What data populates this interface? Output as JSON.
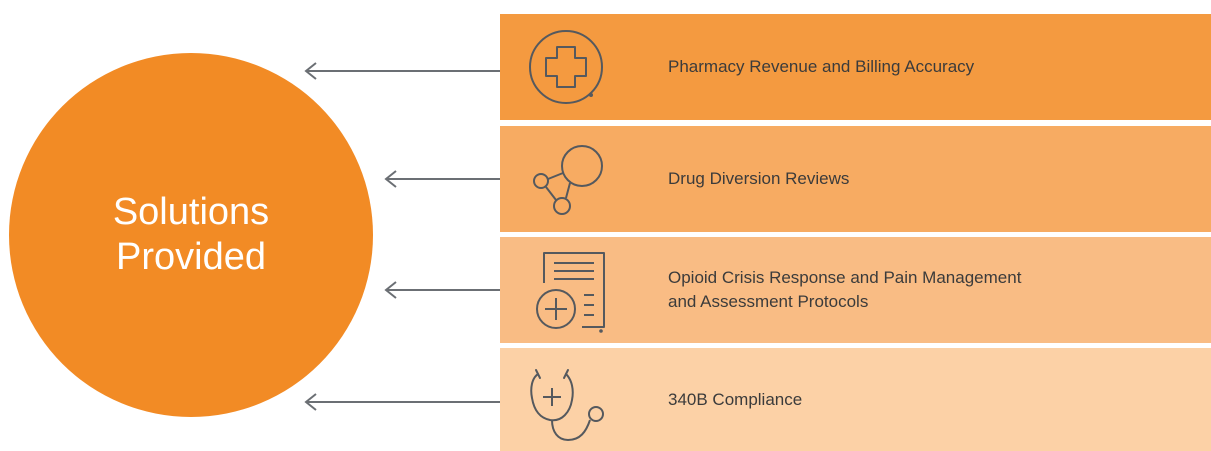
{
  "circle": {
    "line1": "Solutions",
    "line2": "Provided"
  },
  "items": [
    {
      "label": "Pharmacy Revenue and Billing Accuracy",
      "color": "#f49a40",
      "icon": "medical-cross-icon"
    },
    {
      "label": "Drug Diversion Reviews",
      "color": "#f7ab62",
      "icon": "molecule-icon"
    },
    {
      "label_line1": "Opioid Crisis Response and Pain Management",
      "label_line2": "and Assessment Protocols",
      "color": "#f9bc84",
      "icon": "medical-document-icon"
    },
    {
      "label": "340B Compliance",
      "color": "#fcd1a6",
      "icon": "stethoscope-icon"
    }
  ],
  "colors": {
    "circle": "#f28b25",
    "arrow": "#6b6f74",
    "icon_stroke": "#55595e"
  }
}
